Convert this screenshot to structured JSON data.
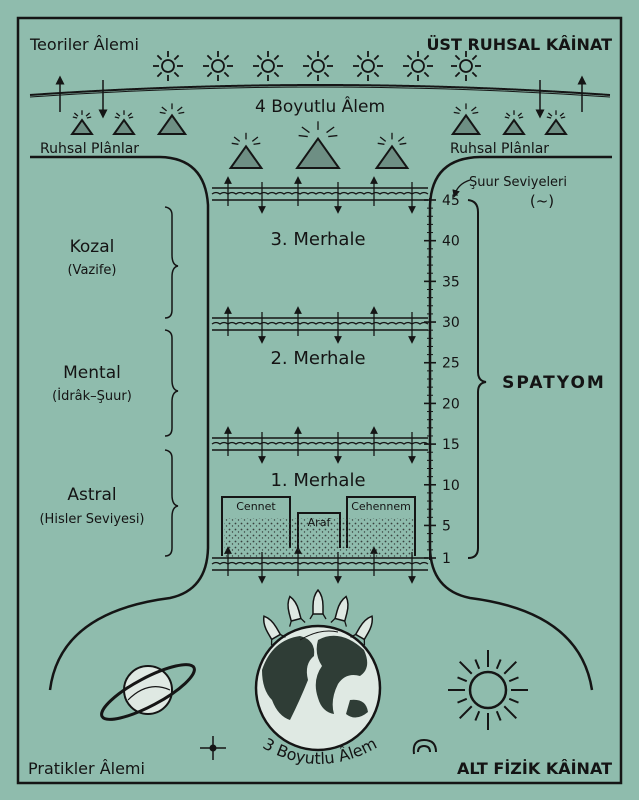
{
  "corners": {
    "top_left": "Teoriler Âlemi",
    "top_right": "ÜST RUHSAL KÂİNAT",
    "bottom_left": "Pratikler Âlemi",
    "bottom_right": "ALT FİZİK KÂİNAT"
  },
  "top_band": {
    "title": "4 Boyutlu Âlem",
    "left_planes": "Ruhsal Plânlar",
    "right_planes": "Ruhsal Plânlar"
  },
  "consciousness": {
    "title": "Şuur Seviyeleri",
    "symbol": "(~)",
    "scale_labels": [
      "45",
      "40",
      "35",
      "30",
      "25",
      "20",
      "15",
      "10",
      "5",
      "1"
    ]
  },
  "stages": [
    {
      "label": "3. Merhale"
    },
    {
      "label": "2. Merhale"
    },
    {
      "label": "1. Merhale"
    }
  ],
  "left_levels": [
    {
      "name": "Kozal",
      "sub": "(Vazife)"
    },
    {
      "name": "Mental",
      "sub": "(İdrâk–Şuur)"
    },
    {
      "name": "Astral",
      "sub": "(Hisler Seviyesi)"
    }
  ],
  "boxes": {
    "heaven": "Cennet",
    "purgatory": "Araf",
    "hell": "Cehennem"
  },
  "spatyom": "SPATYOM",
  "earth_label": "3 Boyutlu Âlem",
  "colors": {
    "background": "#8fbcad",
    "ink": "#151515",
    "triangle_fill": "#6e8f84"
  },
  "icons": [
    "sun-icon",
    "triangle-icon",
    "saturn-icon",
    "globe-icon",
    "rocket-icon",
    "crosshair-icon",
    "spiral-icon"
  ]
}
